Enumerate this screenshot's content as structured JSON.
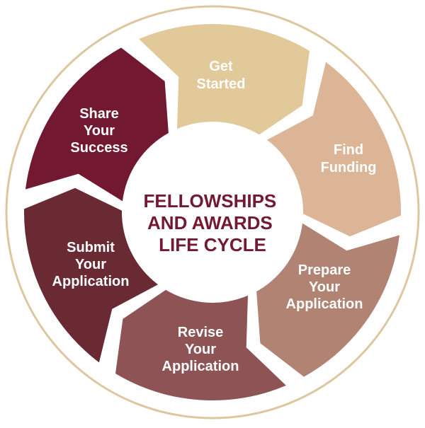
{
  "title_lines": [
    "FELLOWSHIPS",
    "AND AWARDS",
    "LIFE CYCLE"
  ],
  "colors": {
    "ring": "#DCC79E",
    "title": "#731931",
    "stages": [
      "#E1C99A",
      "#DCB597",
      "#B08372",
      "#8E5355",
      "#6A2A34",
      "#721931"
    ]
  },
  "stages": [
    {
      "lines": [
        "Get",
        "Started"
      ]
    },
    {
      "lines": [
        "Find",
        "Funding"
      ]
    },
    {
      "lines": [
        "Prepare",
        "Your",
        "Application"
      ]
    },
    {
      "lines": [
        "Revise",
        "Your",
        "Application"
      ]
    },
    {
      "lines": [
        "Submit",
        "Your",
        "Application"
      ]
    },
    {
      "lines": [
        "Share",
        "Your",
        "Success"
      ]
    }
  ]
}
